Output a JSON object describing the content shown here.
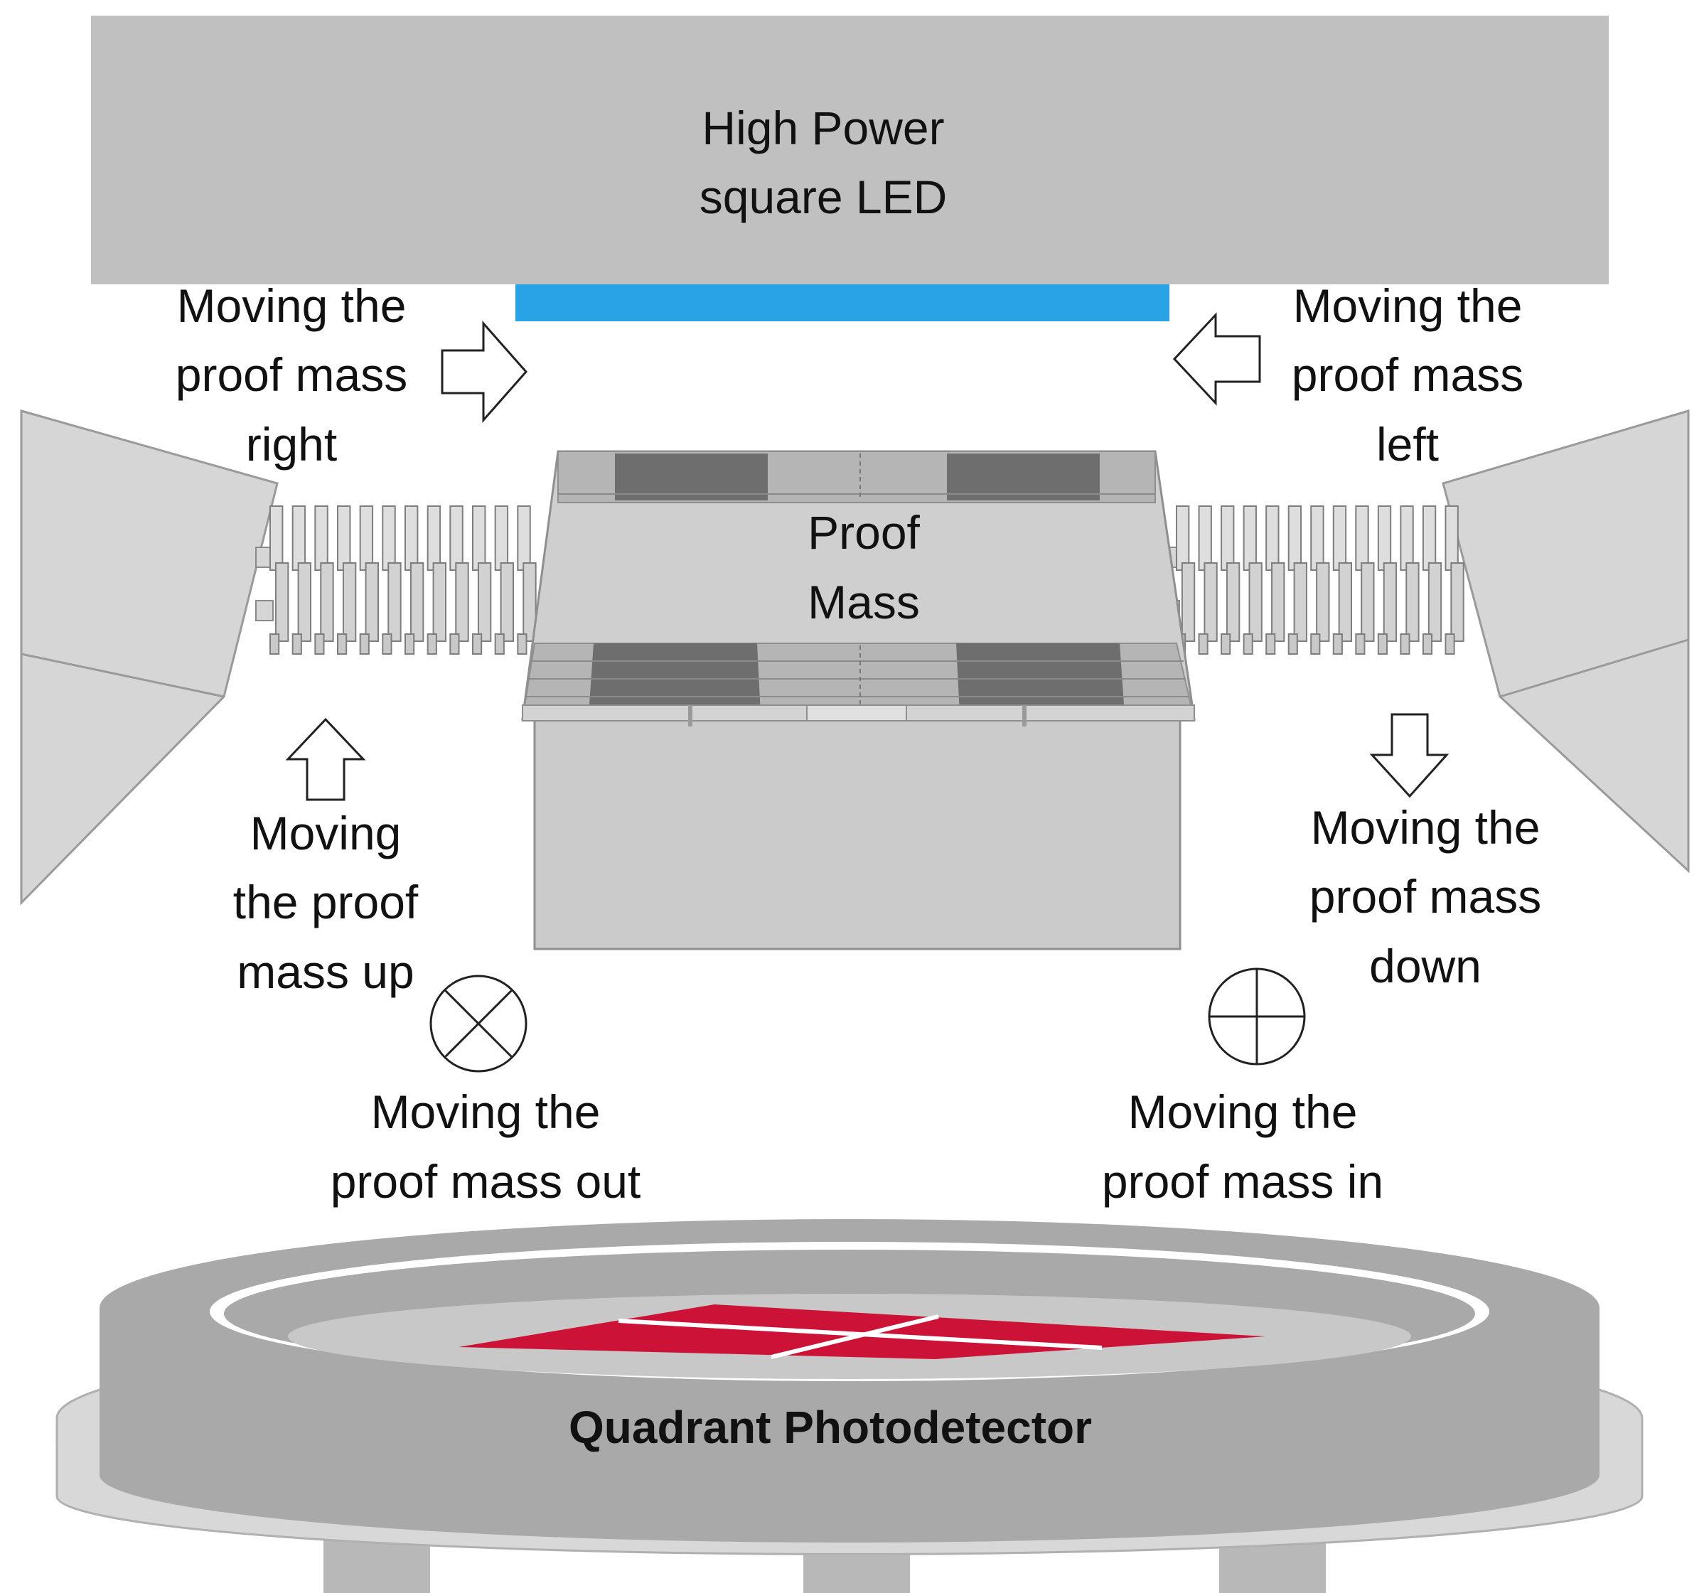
{
  "led": {
    "label_lines": [
      "High Power",
      "square LED"
    ],
    "body_color": "#c0c0c0",
    "emitter_color": "#29a3e6"
  },
  "proof_mass": {
    "label_lines": [
      "Proof",
      "Mass"
    ],
    "body_color": "#c9c9c9"
  },
  "arrows": {
    "right": {
      "label_lines": [
        "Moving the",
        "proof mass",
        "right"
      ],
      "icon": "arrow-right-icon"
    },
    "left": {
      "label_lines": [
        "Moving the",
        "proof mass",
        "left"
      ],
      "icon": "arrow-left-icon"
    },
    "up": {
      "label_lines": [
        "Moving",
        "the proof",
        "mass up"
      ],
      "icon": "arrow-up-icon"
    },
    "down": {
      "label_lines": [
        "Moving the",
        "proof mass",
        "down"
      ],
      "icon": "arrow-down-icon"
    },
    "out": {
      "label_lines": [
        "Moving the",
        "proof mass out"
      ],
      "icon": "circle-x-icon"
    },
    "in": {
      "label_lines": [
        "Moving the",
        "proof mass in"
      ],
      "icon": "circle-plus-icon"
    }
  },
  "photodetector": {
    "label": "Quadrant Photodetector",
    "quadrant_color": "#cc1236",
    "housing_color": "#a9a9a9"
  }
}
